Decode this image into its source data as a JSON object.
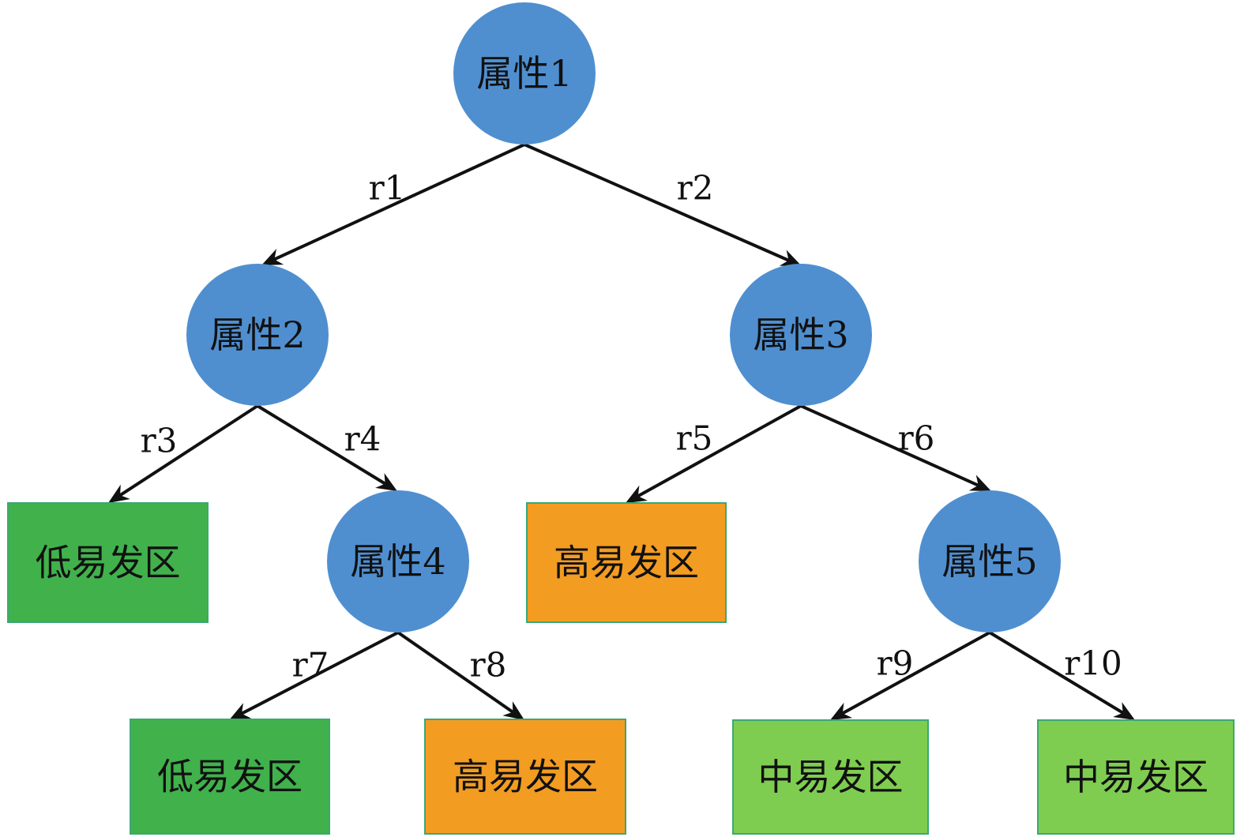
{
  "diagram": {
    "nodes": [
      {
        "id": "n1",
        "kind": "attribute",
        "label": "属性1",
        "color": "#4f8fd0"
      },
      {
        "id": "n2",
        "kind": "attribute",
        "label": "属性2",
        "color": "#4f8fd0"
      },
      {
        "id": "n3",
        "kind": "attribute",
        "label": "属性3",
        "color": "#4f8fd0"
      },
      {
        "id": "n4",
        "kind": "attribute",
        "label": "属性4",
        "color": "#4f8fd0"
      },
      {
        "id": "n5",
        "kind": "attribute",
        "label": "属性5",
        "color": "#4f8fd0"
      },
      {
        "id": "l1",
        "kind": "leaf",
        "label": "低易发区",
        "color": "#41b14c"
      },
      {
        "id": "l2",
        "kind": "leaf",
        "label": "高易发区",
        "color": "#f39c22"
      },
      {
        "id": "l3",
        "kind": "leaf",
        "label": "低易发区",
        "color": "#41b14c"
      },
      {
        "id": "l4",
        "kind": "leaf",
        "label": "高易发区",
        "color": "#f39c22"
      },
      {
        "id": "l5",
        "kind": "leaf",
        "label": "中易发区",
        "color": "#7fcd50"
      },
      {
        "id": "l6",
        "kind": "leaf",
        "label": "中易发区",
        "color": "#7fcd50"
      }
    ],
    "edges": [
      {
        "from": "n1",
        "to": "n2",
        "label": "r1"
      },
      {
        "from": "n1",
        "to": "n3",
        "label": "r2"
      },
      {
        "from": "n2",
        "to": "l1",
        "label": "r3"
      },
      {
        "from": "n2",
        "to": "n4",
        "label": "r4"
      },
      {
        "from": "n3",
        "to": "l2",
        "label": "r5"
      },
      {
        "from": "n3",
        "to": "n5",
        "label": "r6"
      },
      {
        "from": "n4",
        "to": "l3",
        "label": "r7"
      },
      {
        "from": "n4",
        "to": "l4",
        "label": "r8"
      },
      {
        "from": "n5",
        "to": "l5",
        "label": "r9"
      },
      {
        "from": "n5",
        "to": "l6",
        "label": "r10"
      }
    ]
  }
}
